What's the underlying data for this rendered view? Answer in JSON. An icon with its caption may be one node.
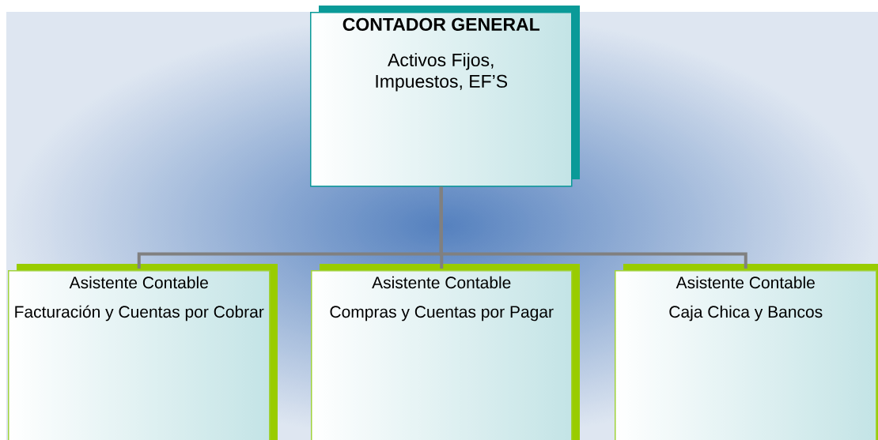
{
  "diagram": {
    "nodes": [
      {
        "text": [
          "CONTADOR GENERAL",
          "Activos Fijos, Impuestos, EF’S"
        ]
      },
      {
        "text": [
          "Asistente Contable",
          "Facturación y Cuentas por Cobrar"
        ]
      },
      {
        "text": [
          "Asistente Contable",
          "Compras y Cuentas por Pagar"
        ]
      },
      {
        "text": [
          "Asistente Contable",
          "Caja Chica y Bancos"
        ]
      }
    ],
    "edges": [
      {
        "from": 0,
        "to": 1,
        "arrow": "none"
      },
      {
        "from": 0,
        "to": 2,
        "arrow": "none"
      },
      {
        "from": 0,
        "to": 3,
        "arrow": "none"
      }
    ]
  }
}
